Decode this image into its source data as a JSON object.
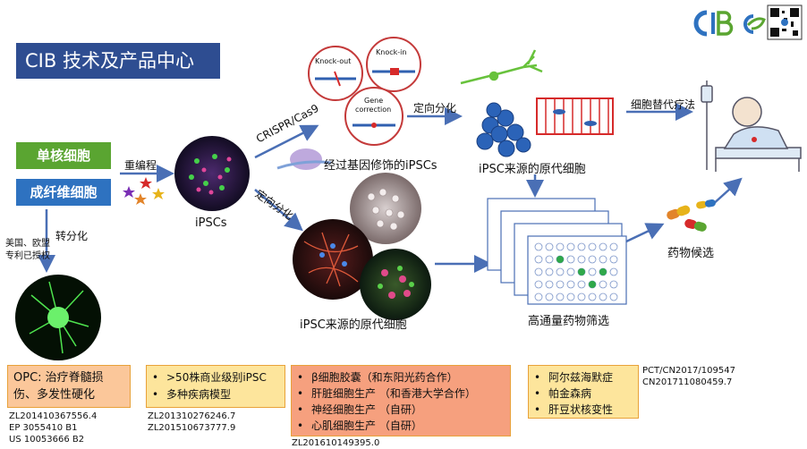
{
  "header": {
    "title": "CIB 技术及产品中心",
    "logo_text": "CIB"
  },
  "sources": {
    "mono": "单核细胞",
    "fibro": "成纤维细胞"
  },
  "labels": {
    "reprogram": "重编程",
    "transdiff": "转分化",
    "ipscs": "iPSCs",
    "crispr": "CRISPR/Cas9",
    "directed_diff_1": "定向分化",
    "directed_diff_2": "定向分化",
    "edited_ipscs": "经过基因修饰的iPSCs",
    "ipsc_primary_top": "iPSC来源的原代细胞",
    "ipsc_primary_bottom": "iPSC来源的原代细胞",
    "cell_therapy": "细胞替代疗法",
    "screening": "高通量药物筛选",
    "drug_candidates": "药物候选",
    "knock_out": "Knock-out",
    "knock_in": "Knock-in",
    "gene_correction_1": "Gene",
    "gene_correction_2": "correction"
  },
  "patent_note": {
    "line1": "美国、欧盟",
    "line2": "专利已授权"
  },
  "boxes": {
    "opc": "OPC: 治疗脊髓损伤、多发性硬化",
    "opc_line1": "OPC: 治疗脊髓损",
    "opc_line2": "伤、多发性硬化",
    "ipsc_items": [
      ">50株商业级别iPSC",
      "多种疾病模型"
    ],
    "diff_items": [
      "β细胞胶囊（和东阳光药合作）",
      "肝脏细胞生产 （和香港大学合作）",
      "神经细胞生产 （自研）",
      "心肌细胞生产 （自研）"
    ],
    "disease_items": [
      "阿尔兹海默症",
      "帕金森病",
      "肝豆状核变性"
    ]
  },
  "patents": {
    "opc": [
      "ZL201410367556.4",
      "EP 3055410 B1",
      "US 10053666 B2"
    ],
    "ipsc": [
      "ZL201310276246.7",
      "ZL201510673777.9"
    ],
    "diff": [
      "ZL201610149395.0"
    ],
    "disease": [
      "PCT/CN2017/109547",
      "CN201711080459.7"
    ]
  },
  "colors": {
    "title_bg": "#2e4d91",
    "mono_bg": "#5aa531",
    "fibro_bg": "#2e72c0",
    "arrow": "#4a6fb5",
    "box_orange": "#fbc79a",
    "box_yellow": "#fde59c",
    "box_salmon": "#f6a07e"
  },
  "icons": [
    "star-icon",
    "arrow-icon",
    "qr-code-icon",
    "patient-bed-icon",
    "pill-icon",
    "neuron-icon",
    "well-plate-icon"
  ]
}
